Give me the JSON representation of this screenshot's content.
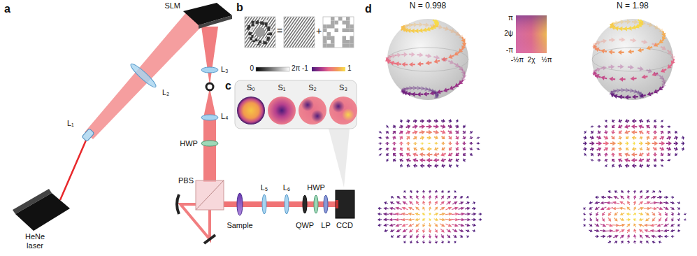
{
  "diagram": {
    "labels": [
      "a",
      "SLM",
      "L₂",
      "L₁",
      "L₃",
      "L₄",
      "HWP",
      "PBS",
      "HeNe laser",
      "Sample",
      "L₅",
      "L₆",
      "QWP",
      "HWP",
      "LP",
      "CCD",
      "b",
      "=",
      "+",
      "0",
      "2π",
      "-1",
      "1",
      "c",
      "S₀",
      "S₁",
      "S₂",
      "S₃",
      "d",
      "N = 0.998",
      "N = 1.98",
      "π",
      "2ψ",
      "-π",
      "-½π",
      "2χ",
      "½π"
    ]
  }
}
